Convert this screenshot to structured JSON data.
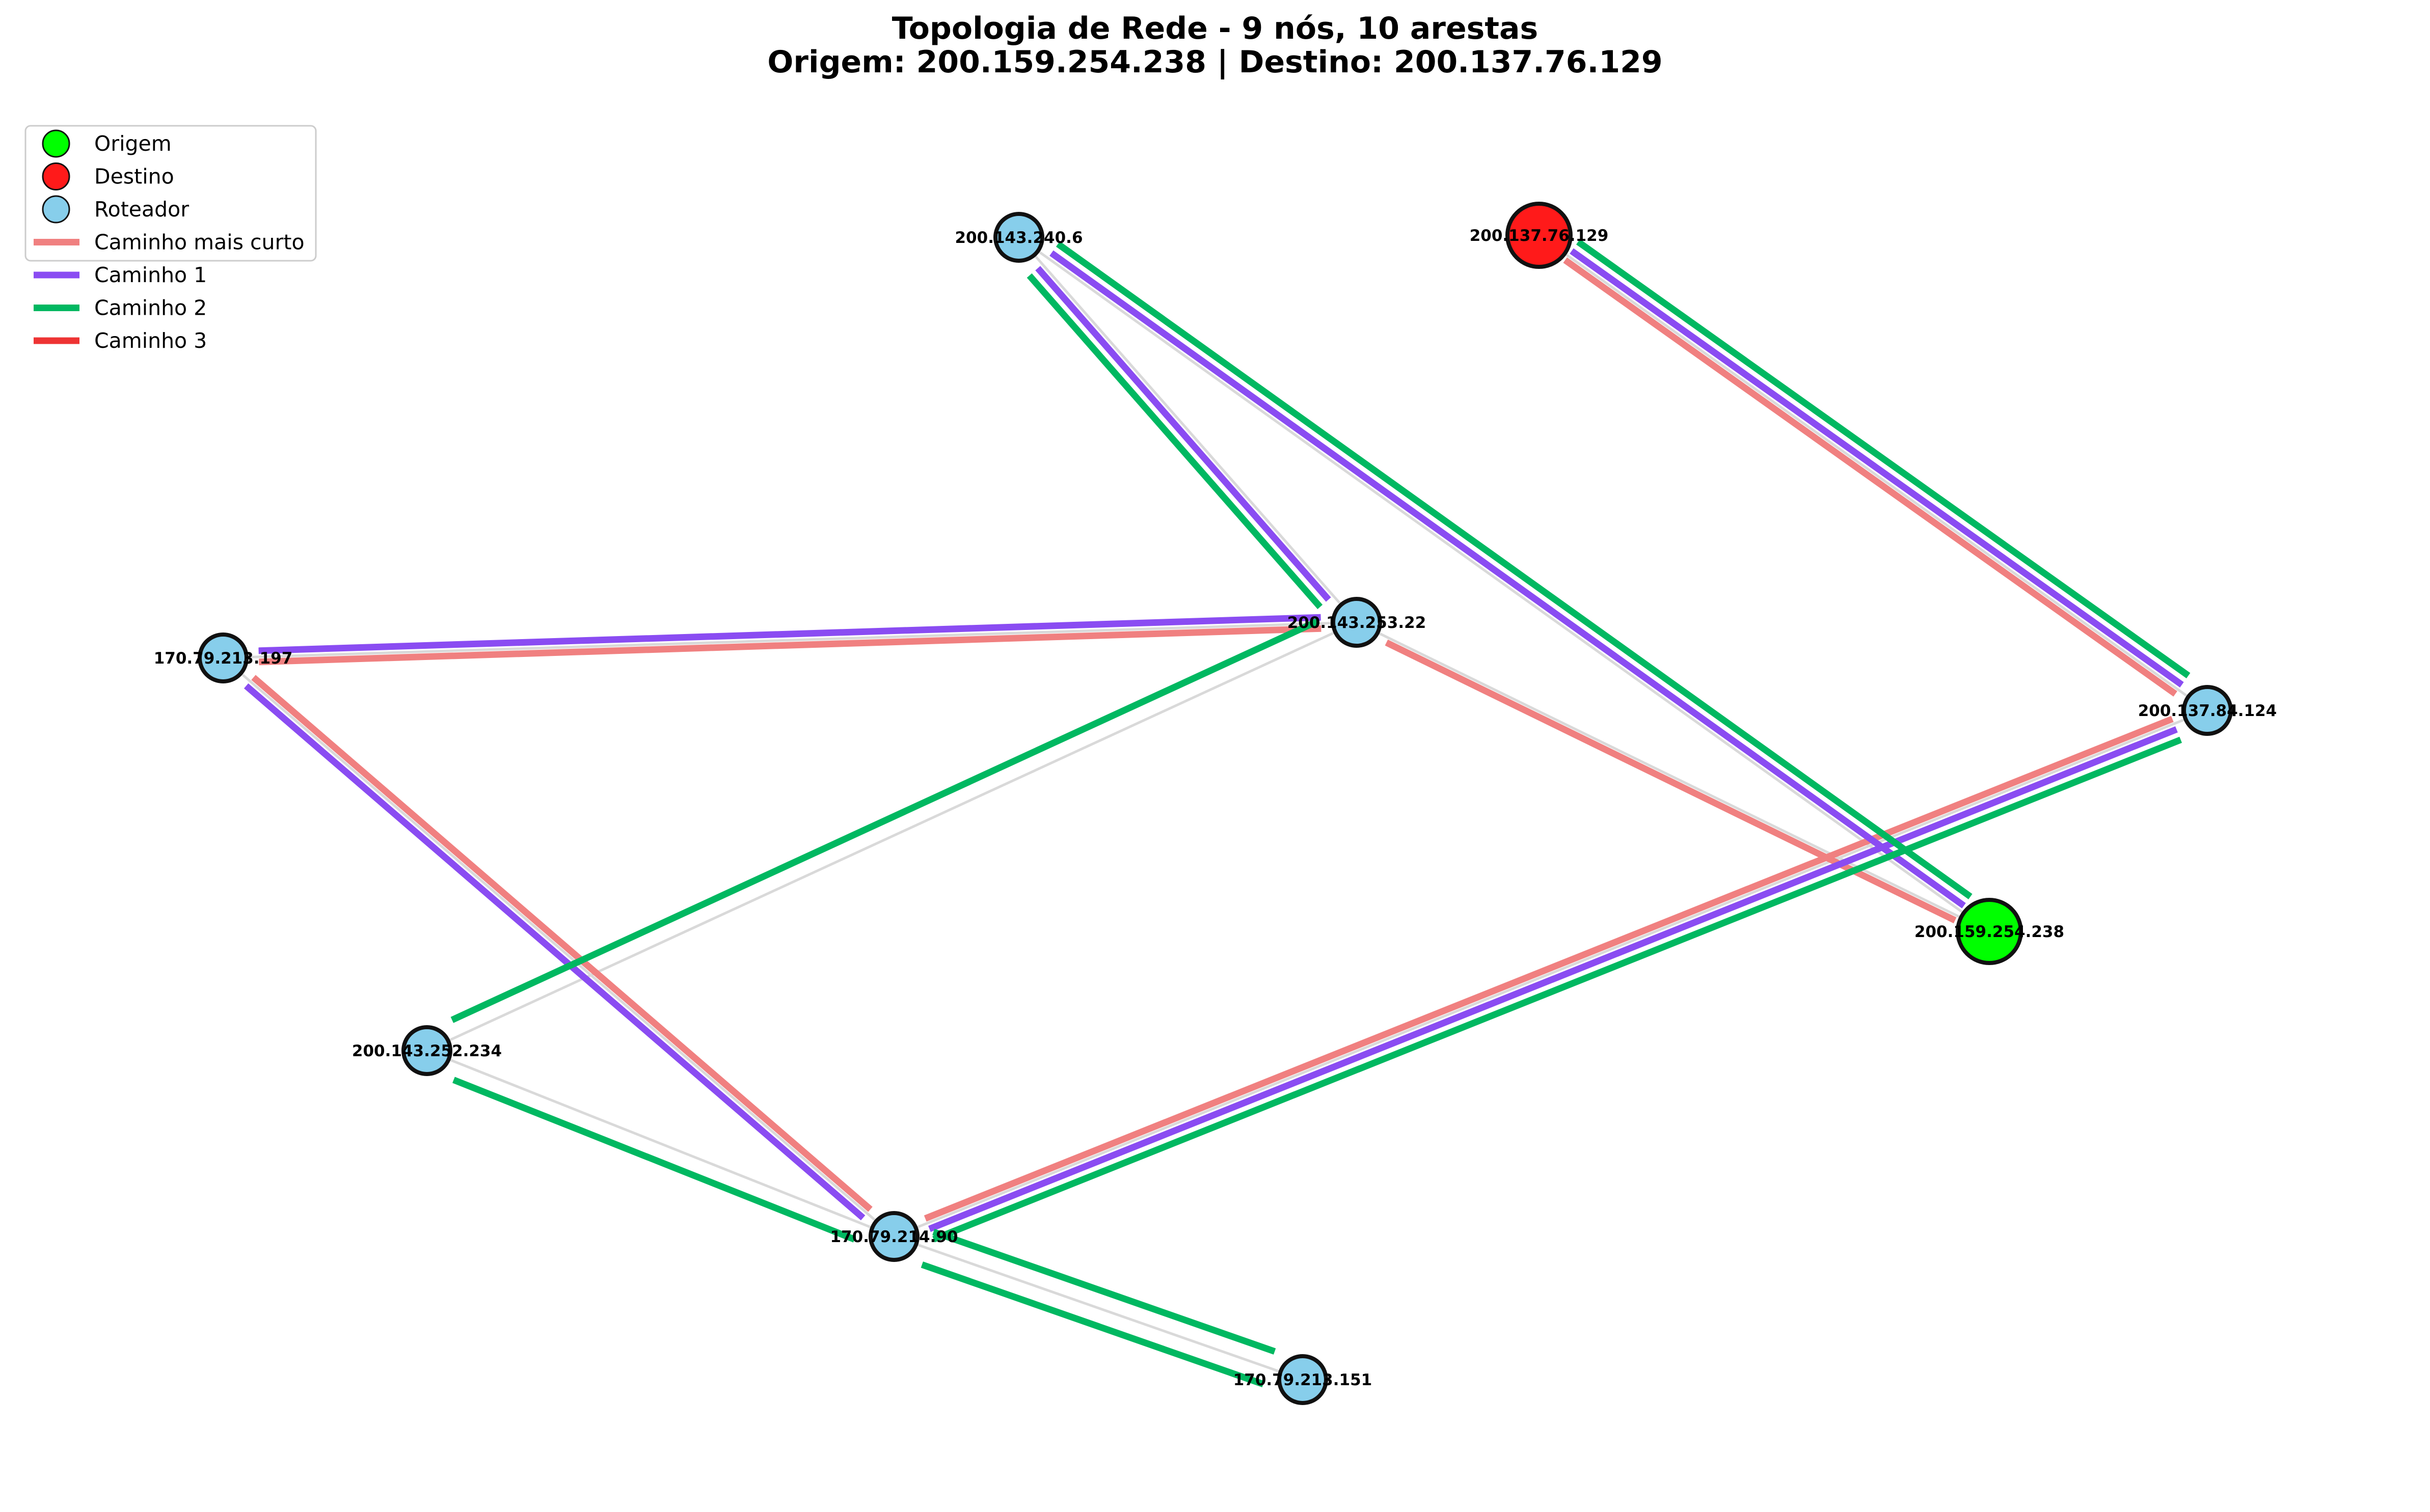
{
  "title": {
    "line1": "Topologia de Rede - 9 nós, 10 arestas",
    "line2": "Origem: 200.159.254.238 | Destino: 200.137.76.129"
  },
  "colors": {
    "origin": "#00ff00",
    "destination": "#ff1a1a",
    "router": "#87ceeb",
    "base_edge": "#d9d9d9",
    "shortest": "#f08080",
    "path1": "#8a4cf2",
    "path2": "#00b861",
    "path3": "#ee3333"
  },
  "legend": [
    {
      "type": "marker",
      "color_key": "origin",
      "label": "Origem"
    },
    {
      "type": "marker",
      "color_key": "destination",
      "label": "Destino"
    },
    {
      "type": "marker",
      "color_key": "router",
      "label": "Roteador"
    },
    {
      "type": "line",
      "color_key": "shortest",
      "label": "Caminho mais curto"
    },
    {
      "type": "line",
      "color_key": "path1",
      "label": "Caminho 1"
    },
    {
      "type": "line",
      "color_key": "path2",
      "label": "Caminho 2"
    },
    {
      "type": "line",
      "color_key": "path3",
      "label": "Caminho 3"
    }
  ],
  "nodes": [
    {
      "id": "200.143.240.6",
      "role": "router"
    },
    {
      "id": "200.137.76.129",
      "role": "destination"
    },
    {
      "id": "200.143.253.22",
      "role": "router"
    },
    {
      "id": "170.79.213.197",
      "role": "router"
    },
    {
      "id": "200.137.84.124",
      "role": "router"
    },
    {
      "id": "200.159.254.238",
      "role": "origin"
    },
    {
      "id": "200.143.252.234",
      "role": "router"
    },
    {
      "id": "170.79.214.90",
      "role": "router"
    },
    {
      "id": "170.79.213.151",
      "role": "router"
    }
  ],
  "edges": [
    [
      "200.143.240.6",
      "200.143.253.22"
    ],
    [
      "200.143.240.6",
      "200.159.254.238"
    ],
    [
      "200.137.76.129",
      "200.137.84.124"
    ],
    [
      "200.143.253.22",
      "170.79.213.197"
    ],
    [
      "200.143.253.22",
      "200.159.254.238"
    ],
    [
      "200.143.253.22",
      "200.143.252.234"
    ],
    [
      "170.79.213.197",
      "170.79.214.90"
    ],
    [
      "200.137.84.124",
      "170.79.214.90"
    ],
    [
      "200.143.252.234",
      "170.79.214.90"
    ],
    [
      "170.79.214.90",
      "170.79.213.151"
    ]
  ],
  "paths": [
    {
      "name": "Caminho mais curto",
      "color_key": "shortest",
      "nodes": [
        "200.159.254.238",
        "200.143.253.22",
        "170.79.213.197",
        "170.79.214.90",
        "200.137.84.124",
        "200.137.76.129"
      ]
    },
    {
      "name": "Caminho 1",
      "color_key": "path1",
      "nodes": [
        "200.159.254.238",
        "200.143.240.6",
        "200.143.253.22",
        "170.79.213.197",
        "170.79.214.90",
        "200.137.84.124",
        "200.137.76.129"
      ]
    },
    {
      "name": "Caminho 2",
      "color_key": "path2",
      "nodes": [
        "200.159.254.238",
        "200.143.240.6",
        "200.143.253.22",
        "200.143.252.234",
        "170.79.214.90",
        "170.79.213.151",
        "170.79.214.90",
        "200.137.84.124",
        "200.137.76.129"
      ]
    }
  ]
}
